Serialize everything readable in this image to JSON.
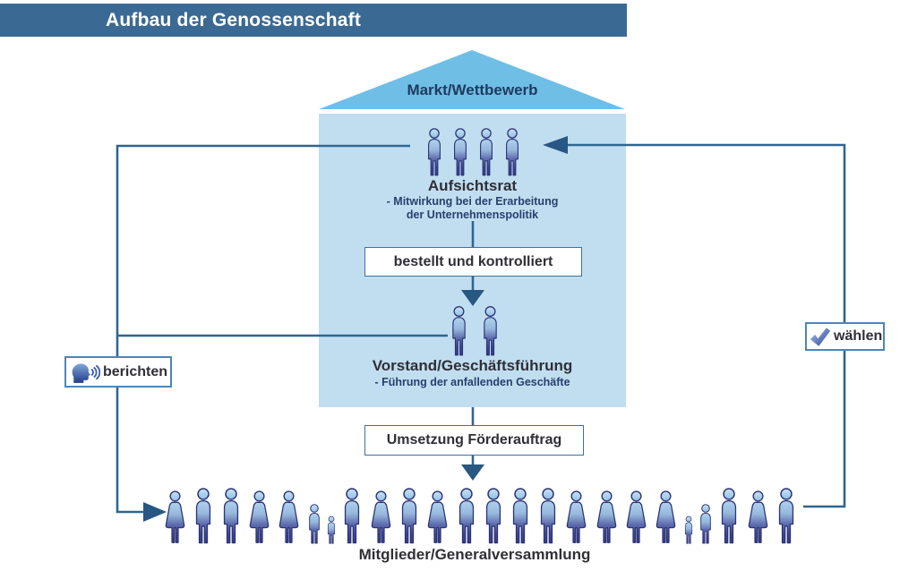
{
  "header": {
    "title": "Aufbau der Genossenschaft"
  },
  "house": {
    "roof_label": "Markt/Wettbewerb"
  },
  "aufsichtsrat": {
    "title": "Aufsichtsrat",
    "subtitle_line1": "- Mitwirkung bei der Erarbeitung",
    "subtitle_line2": "der Unternehmenspolitik",
    "figures": [
      "man",
      "man",
      "man",
      "man"
    ]
  },
  "vorstand": {
    "title": "Vorstand/Geschäftsführung",
    "subtitle_line1": "- Führung der anfallenden Geschäfte",
    "figures": [
      "man",
      "man"
    ]
  },
  "members": {
    "title": "Mitglieder/Generalversammlung",
    "figures": [
      "woman",
      "man",
      "man",
      "woman",
      "woman",
      "child",
      "baby",
      "man",
      "woman",
      "man",
      "woman",
      "man",
      "man",
      "man",
      "man",
      "woman",
      "woman",
      "woman",
      "woman",
      "baby",
      "child",
      "man",
      "woman",
      "man"
    ]
  },
  "connectors": {
    "bestellt_label": "bestellt und kontrolliert",
    "umsetzung_label": "Umsetzung Förderauftrag",
    "berichten_label": "berichten",
    "waehlen_label": "wählen"
  },
  "icons": {
    "berichten_icon": "speaking-head-icon",
    "waehlen_icon": "checkmark-icon"
  },
  "colors": {
    "header_bar": "#3A6A94",
    "roof": "#6FBEE6",
    "house_body": "#C1DEF1",
    "line": "#2E6690",
    "arrowhead": "#275782",
    "box_border": "#3E719F",
    "text_dark": "#2F2F36",
    "text_navy": "#1E3A5F",
    "subtitle_navy": "#27406E",
    "figure_dark": "#3A3F8C",
    "figure_light": "#AFD2EE"
  }
}
